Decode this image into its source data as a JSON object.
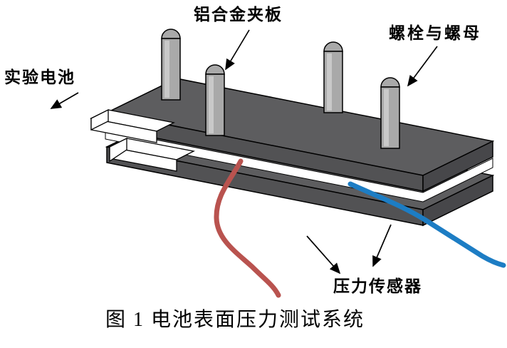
{
  "figure": {
    "caption": "图 1  电池表面压力测试系统",
    "labels": {
      "clamp_plate": "铝合金夹板",
      "bolt_nut": "螺栓与螺母",
      "battery": "实验电池",
      "pressure_sensor": "压力传感器"
    },
    "colors": {
      "plate_top": "#5d5d5f",
      "plate_front": "#525254",
      "plate_side": "#47474a",
      "bolt_body": "#a9a9a9",
      "bolt_highlight": "#c9c9c9",
      "battery_white": "#ffffff",
      "wire_red": "#b9534f",
      "wire_blue": "#1d7dc4",
      "line": "#000000",
      "background": "#ffffff"
    }
  }
}
